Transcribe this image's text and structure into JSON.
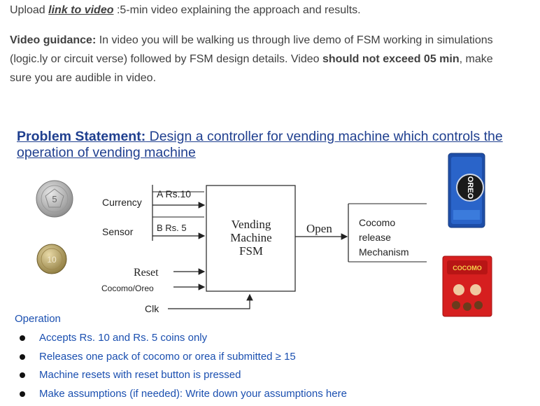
{
  "intro": {
    "prefix": "Upload ",
    "link_text": "link to video",
    "suffix": " :5-min video explaining the approach and results."
  },
  "guidance": {
    "label": "Video guidance:",
    "text1": " In video you will be walking us through live demo of FSM working in simulations (logic.ly or circuit verse) followed by FSM design details. Video ",
    "bold": "should not exceed 05 min",
    "text2": ", make sure you are audible in video."
  },
  "problem": {
    "label": "Problem Statement:",
    "text": " Design a controller for vending machine which controls the operation of vending machine"
  },
  "diagram": {
    "currency": "Currency",
    "sensor": "Sensor",
    "input_a": "A  Rs.10",
    "input_b": "B  Rs. 5",
    "fsm_line1": "Vending",
    "fsm_line2": "Machine",
    "fsm_line3": "FSM",
    "open": "Open",
    "out_line1": "Cocomo",
    "out_line2": "release",
    "out_line3": "Mechanism",
    "reset": "Reset",
    "select": "Cocomo/Oreo",
    "clk": "Clk",
    "coin_top_label": "5",
    "coin_bottom_label": "10",
    "oreo_brand": "OREO",
    "cocomo_brand": "COCOMO"
  },
  "operation": {
    "title": "Operation",
    "items": [
      "Accepts Rs. 10 and Rs. 5 coins only",
      "Releases one pack of cocomo or orea if submitted  ≥ 15",
      "Machine resets with reset button is pressed",
      "Make assumptions (if needed): Write down your assumptions here"
    ]
  }
}
